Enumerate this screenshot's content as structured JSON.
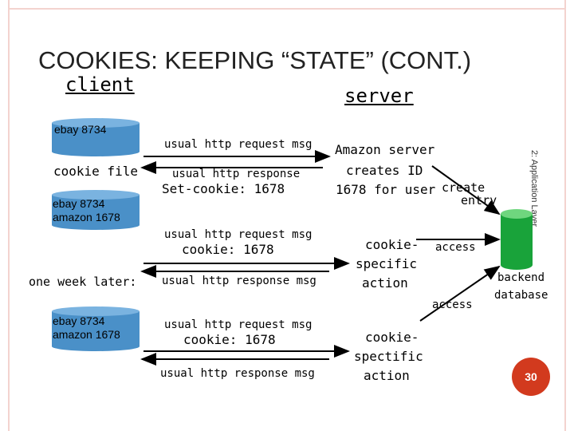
{
  "slide": {
    "title": "COOKIES: KEEPING “STATE” (CONT.)",
    "client_label": "client",
    "server_label": "server",
    "sidebar_text": "2: Application Layer",
    "page_number": "30"
  },
  "client": {
    "cylinder1": "ebay 8734",
    "cookie_file": "cookie file",
    "cylinder2_line1": "ebay 8734",
    "cylinder2_line2": "amazon 1678",
    "one_week_later": "one week later:",
    "cylinder3_line1": "ebay 8734",
    "cylinder3_line2": "amazon 1678"
  },
  "messages": [
    {
      "line1": "usual http request msg",
      "line2": ""
    },
    {
      "line1": "usual http response",
      "line2": "Set-cookie: 1678"
    },
    {
      "line1": "usual http request msg",
      "line2": "cookie: 1678"
    },
    {
      "line1": "usual http response msg",
      "line2": ""
    },
    {
      "line1": "usual http request msg",
      "line2": "cookie: 1678"
    },
    {
      "line1": "usual http response msg",
      "line2": ""
    }
  ],
  "server": {
    "amazon_line1": "Amazon server",
    "amazon_line2": "creates ID",
    "amazon_line3": "1678 for user",
    "create_entry_line1": "create",
    "create_entry_line2": "entry",
    "action1_line1": "cookie-",
    "action1_line2": "specific",
    "action1_line3": "action",
    "access1": "access",
    "access2": "access",
    "action2_line1": "cookie-",
    "action2_line2": "spectific",
    "action2_line3": "action",
    "db_line1": "backend",
    "db_line2": "database"
  },
  "colors": {
    "cylinder_fill": "#4a90c8",
    "cylinder_top": "#7ab3e0",
    "db_fill": "#19a33a",
    "db_top": "#6fd67e",
    "page_badge": "#d23a1e",
    "frame": "#f3d3cf"
  }
}
